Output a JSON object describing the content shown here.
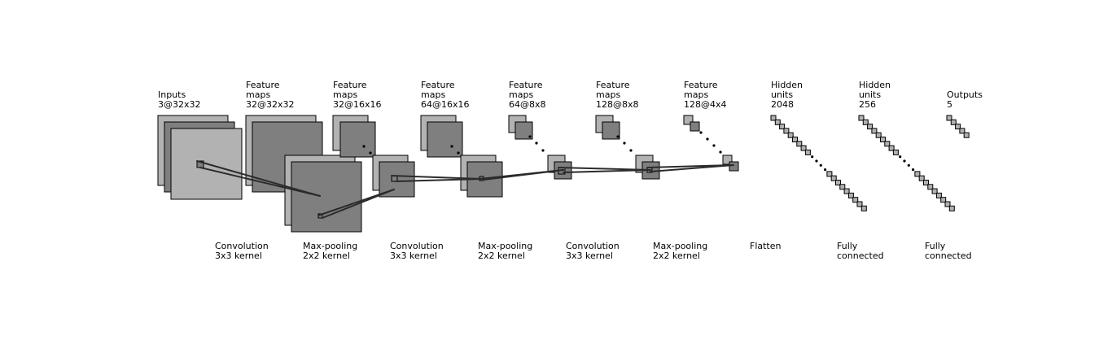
{
  "colors": {
    "light_fill": "#b2b2b2",
    "dark_fill": "#7f7f7f",
    "stroke": "#000000",
    "connection": "#2b2b2b"
  },
  "layer_labels": [
    {
      "lines": [
        "Inputs",
        "3@32x32"
      ]
    },
    {
      "lines": [
        "Feature",
        "maps",
        "32@32x32"
      ]
    },
    {
      "lines": [
        "Feature",
        "maps",
        "32@16x16"
      ]
    },
    {
      "lines": [
        "Feature",
        "maps",
        "64@16x16"
      ]
    },
    {
      "lines": [
        "Feature",
        "maps",
        "64@8x8"
      ]
    },
    {
      "lines": [
        "Feature",
        "maps",
        "128@8x8"
      ]
    },
    {
      "lines": [
        "Feature",
        "maps",
        "128@4x4"
      ]
    },
    {
      "lines": [
        "Hidden",
        "units",
        "2048"
      ]
    },
    {
      "lines": [
        "Hidden",
        "units",
        "256"
      ]
    },
    {
      "lines": [
        "Outputs",
        "5"
      ]
    }
  ],
  "operation_labels": [
    {
      "lines": [
        "Convolution",
        "3x3 kernel"
      ]
    },
    {
      "lines": [
        "Max-pooling",
        "2x2 kernel"
      ]
    },
    {
      "lines": [
        "Convolution",
        "3x3 kernel"
      ]
    },
    {
      "lines": [
        "Max-pooling",
        "2x2 kernel"
      ]
    },
    {
      "lines": [
        "Convolution",
        "3x3 kernel"
      ]
    },
    {
      "lines": [
        "Max-pooling",
        "2x2 kernel"
      ]
    },
    {
      "lines": [
        "Flatten"
      ]
    },
    {
      "lines": [
        "Fully",
        "connected"
      ]
    },
    {
      "lines": [
        "Fully",
        "connected"
      ]
    }
  ]
}
